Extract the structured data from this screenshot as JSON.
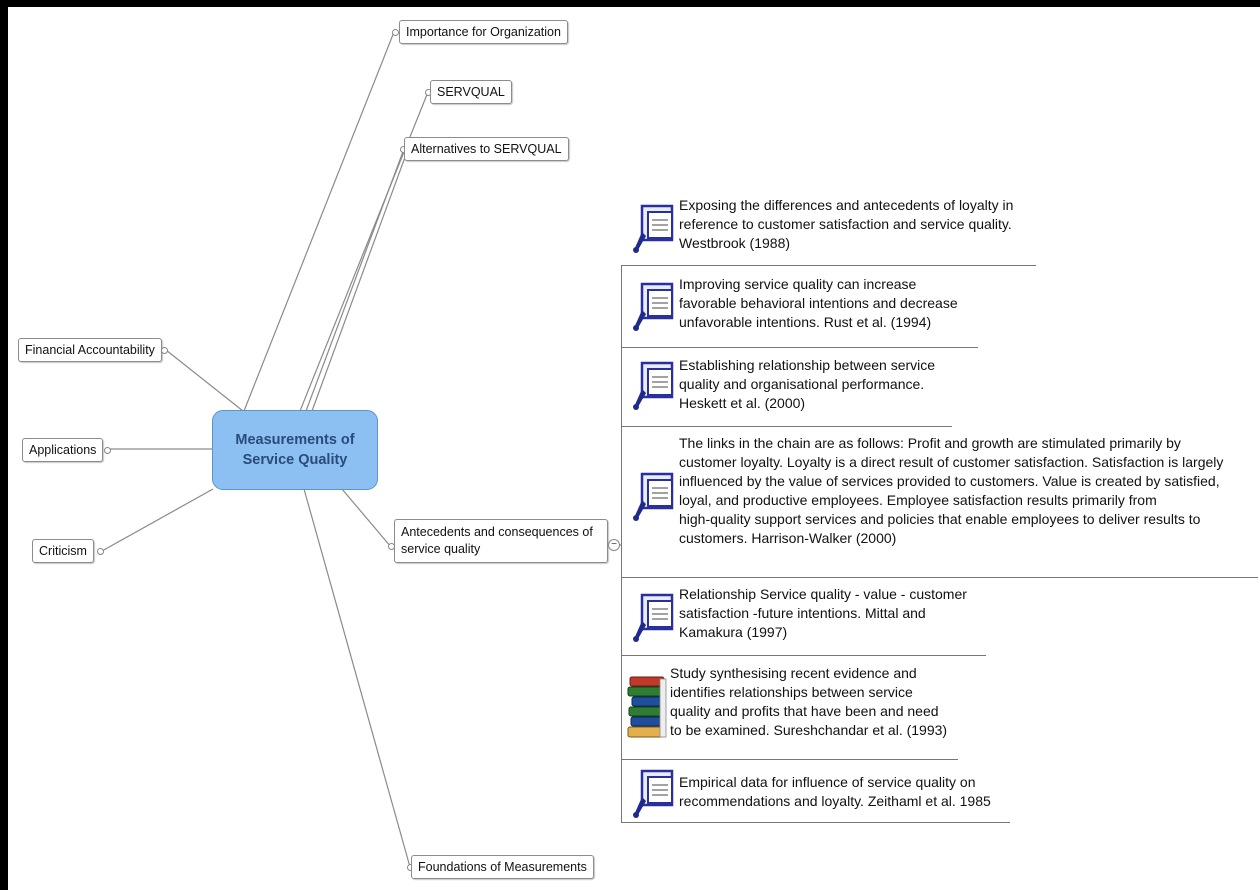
{
  "central_topic": [
    "Measurements of",
    "Service Quality"
  ],
  "left_topics": [
    "Financial Accountability",
    "Applications",
    "Criticism"
  ],
  "right_topics": {
    "importance": "Importance for Organization",
    "servqual": "SERVQUAL",
    "alternatives": "Alternatives to SERVQUAL",
    "antecedents": [
      "Antecedents and consequences of",
      "service quality"
    ],
    "foundations": "Foundations of Measurements"
  },
  "collapse_symbol": "−",
  "notes": [
    {
      "icon": "note-icon",
      "lines": [
        "Exposing the differences and antecedents of loyalty in",
        "reference to customer satisfaction and service quality.",
        "Westbrook (1988)"
      ]
    },
    {
      "icon": "note-icon",
      "lines": [
        "Improving service quality can increase",
        "favorable behavioral intentions and decrease",
        "unfavorable intentions. Rust et al. (1994)"
      ]
    },
    {
      "icon": "note-icon",
      "lines": [
        "Establishing relationship between service",
        "quality and organisational performance.",
        "Heskett et al. (2000)"
      ]
    },
    {
      "icon": "note-icon",
      "lines": [
        "The links in the chain are as follows: Profit and growth are stimulated primarily by",
        "customer loyalty. Loyalty is a direct result of customer satisfaction. Satisfaction is largely",
        "influenced by the value of services provided to customers. Value is created by satisfied,",
        "loyal, and productive employees. Employee satisfaction results primarily from",
        "high-quality support services and policies that enable employees to deliver results to",
        "customers. Harrison-Walker (2000)"
      ]
    },
    {
      "icon": "note-icon",
      "lines": [
        "Relationship Service quality - value - customer",
        "satisfaction -future intentions. Mittal and",
        "Kamakura (1997)"
      ]
    },
    {
      "icon": "books-icon",
      "lines": [
        "Study synthesising recent evidence and",
        "identifies relationships between service",
        "quality and profits that have been and need",
        "to be examined. Sureshchandar et al. (1993)"
      ]
    },
    {
      "icon": "note-icon",
      "lines": [
        "Empirical data for influence of service quality on",
        "recommendations and loyalty. Zeithaml et al. 1985"
      ]
    }
  ]
}
